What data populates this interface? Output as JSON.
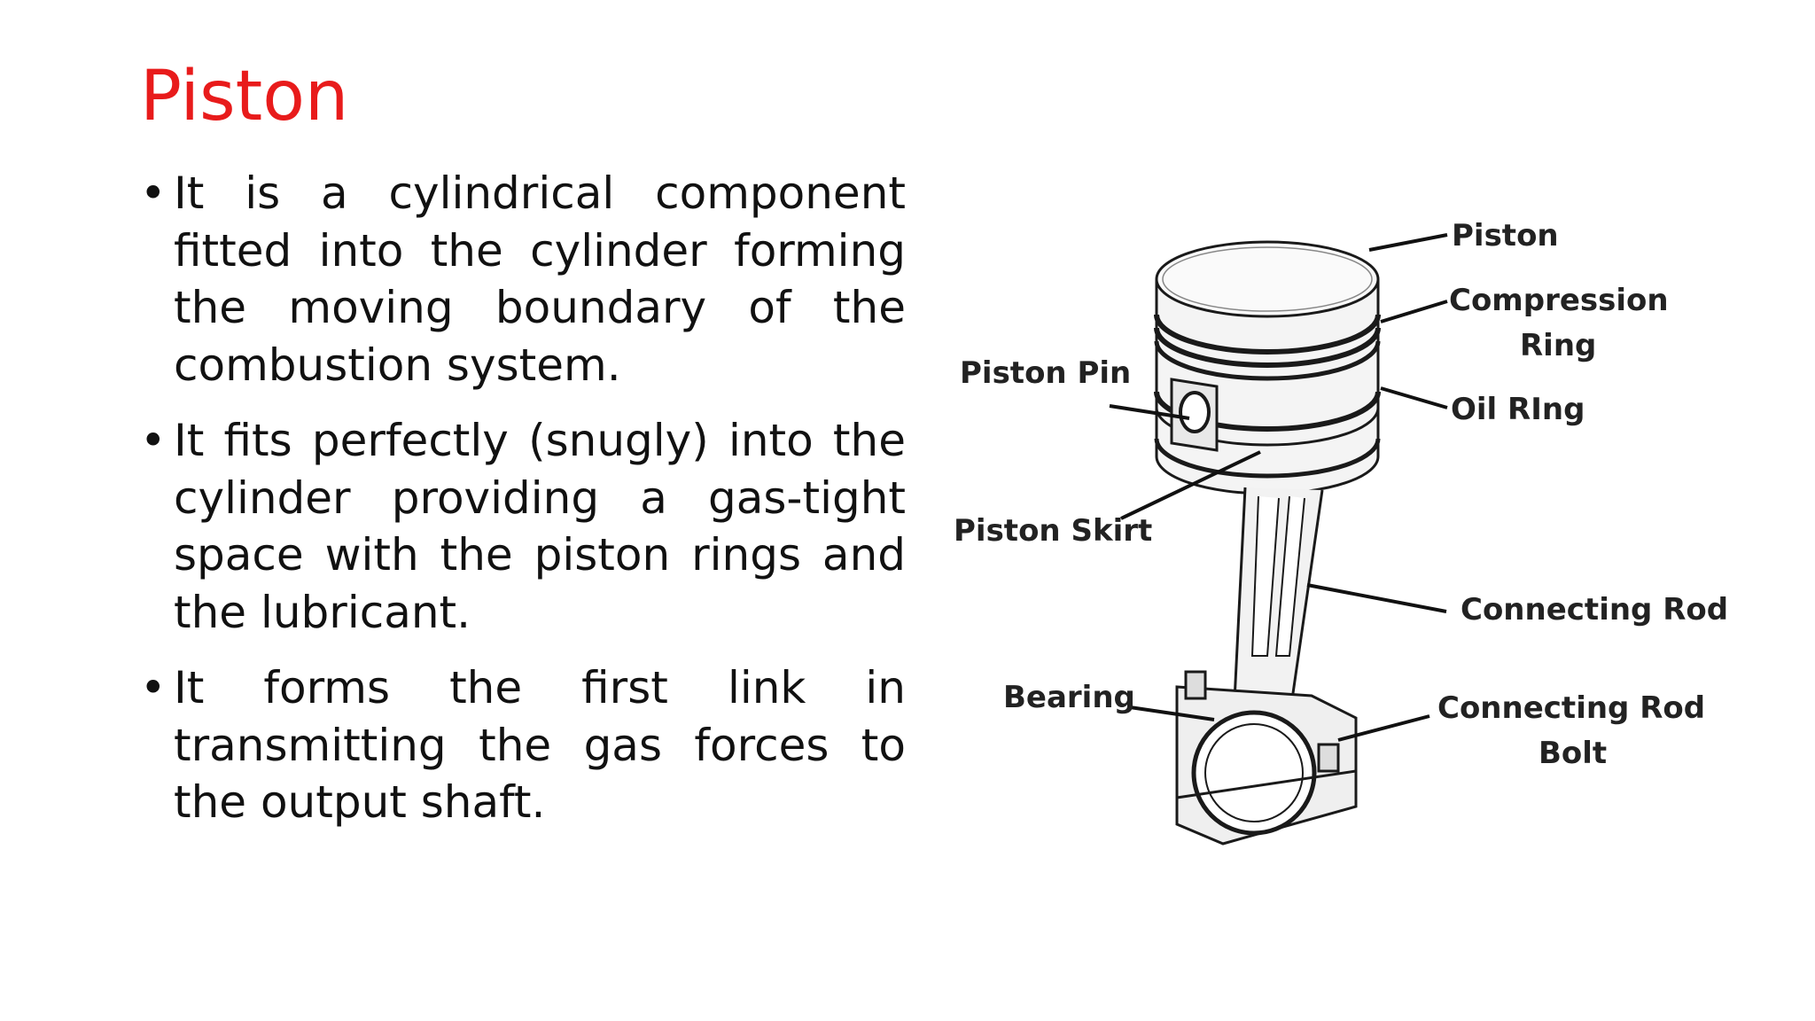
{
  "slide": {
    "title": "Piston",
    "bullet_symbol": "•",
    "bullets": [
      "It is a cylindrical component fitted into the cylinder forming the moving boundary of the combustion system.",
      "It fits perfectly (snugly) into the cylinder providing a gas-tight space with the piston rings and the lubricant.",
      "It forms the first link in transmitting the gas forces to the output shaft."
    ]
  },
  "diagram": {
    "labels": {
      "piston": "Piston",
      "compression_ring_line1": "Compression",
      "compression_ring_line2": "Ring",
      "piston_pin": "Piston Pin",
      "oil_ring": "Oil RIng",
      "piston_skirt": "Piston Skirt",
      "connecting_rod": "Connecting Rod",
      "bearing": "Bearing",
      "connecting_rod_bolt_line1": "Connecting Rod",
      "connecting_rod_bolt_line2": "Bolt"
    }
  },
  "colors": {
    "title": "#e81b1b",
    "text": "#111111",
    "background": "#ffffff"
  }
}
